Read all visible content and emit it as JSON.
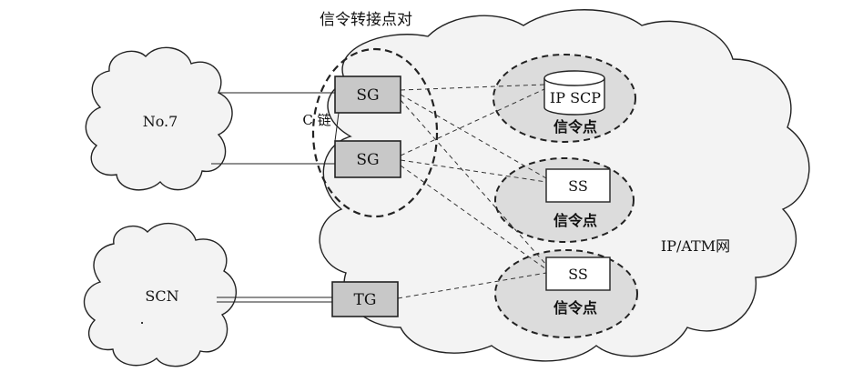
{
  "title": "信令转接点对",
  "networks": {
    "no7": "No.7",
    "scn": "SCN",
    "ip_atm": "IP/ATM网"
  },
  "nodes": {
    "sg1": "SG",
    "sg2": "SG",
    "tg": "TG",
    "ip_scp": "IP SCP",
    "ss1": "SS",
    "ss2": "SS"
  },
  "labels": {
    "c_link": "C 链",
    "sp1": "信令点",
    "sp2": "信令点",
    "sp3": "信令点",
    "scn_dot": "."
  }
}
